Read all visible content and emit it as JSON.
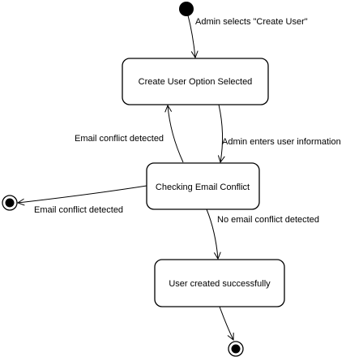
{
  "states": {
    "create_user_option_selected": "Create User Option Selected",
    "checking_email_conflict": "Checking Email Conflict",
    "user_created_successfully": "User created successfully"
  },
  "transitions": {
    "admin_selects_create_user": "Admin selects \"Create User\"",
    "admin_enters_user_information": "Admin enters user information",
    "email_conflict_detected_loop": "Email conflict detected",
    "email_conflict_detected_final": "Email conflict detected",
    "no_email_conflict_detected": "No email conflict detected"
  },
  "colors": {
    "stroke": "#000000",
    "fill": "#ffffff"
  }
}
